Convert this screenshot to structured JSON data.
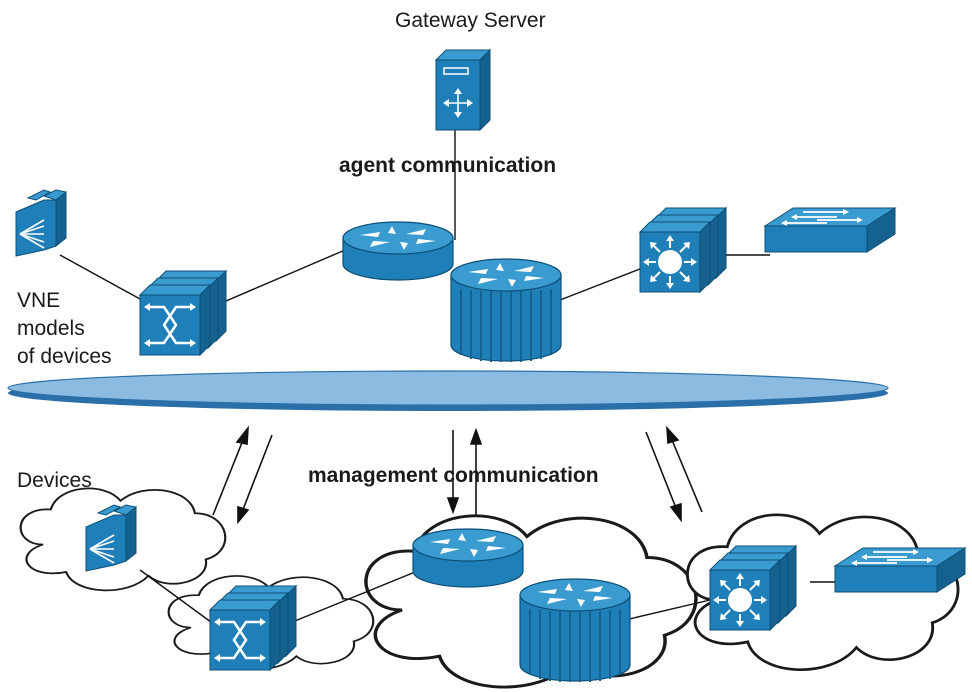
{
  "labels": {
    "gateway": "Gateway Server",
    "agent": "agent communication",
    "vne_line1": "VNE",
    "vne_line2": "models",
    "vne_line3": "of devices",
    "devices": "Devices",
    "management": "management communication"
  },
  "colors": {
    "device_blue": "#1f7fb8",
    "device_dark": "#15628f",
    "device_light": "#3a9bd0",
    "ellipse_fill": "#8bbbe0",
    "ellipse_edge": "#2a6fa8",
    "line": "#111111"
  },
  "icons": {
    "gateway": "gateway-server-icon",
    "router": "router-icon",
    "multilayer_switch": "multilayer-switch-icon",
    "atm_switch": "atm-switch-icon",
    "switch": "switch-icon",
    "content_switch": "content-switch-icon"
  }
}
